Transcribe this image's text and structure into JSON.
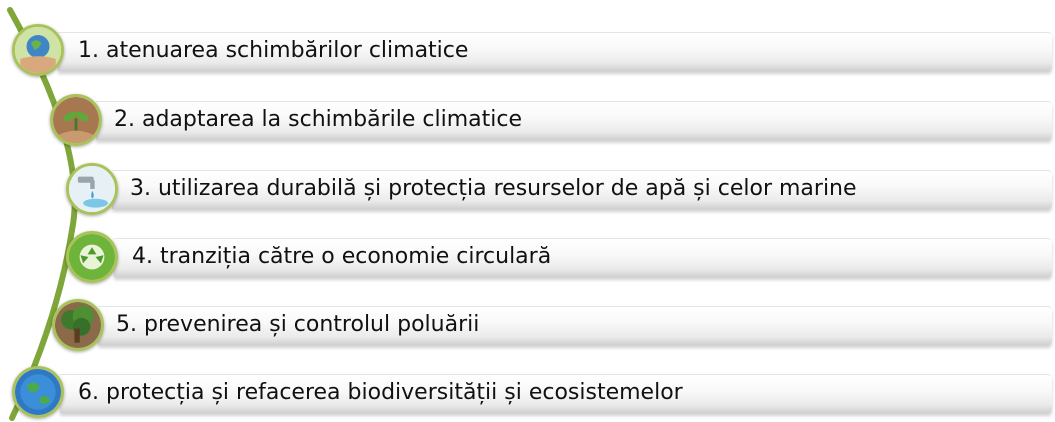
{
  "items": [
    {
      "label": "1. atenuarea schimbărilor climatice",
      "icon": "globe-hands-icon"
    },
    {
      "label": "2. adaptarea la schimbările climatice",
      "icon": "plant-hands-icon"
    },
    {
      "label": "3. utilizarea durabilă și protecția resurselor de apă și celor marine",
      "icon": "water-tap-icon"
    },
    {
      "label": "4. tranziția către o economie circulară",
      "icon": "recycle-icon"
    },
    {
      "label": "5. prevenirea și controlul poluării",
      "icon": "tree-icon"
    },
    {
      "label": "6. protecția și refacerea biodiversității și ecosistemelor",
      "icon": "earth-icon"
    }
  ],
  "colors": {
    "stem": "#7ea63a",
    "ring": "#a9c25a"
  }
}
